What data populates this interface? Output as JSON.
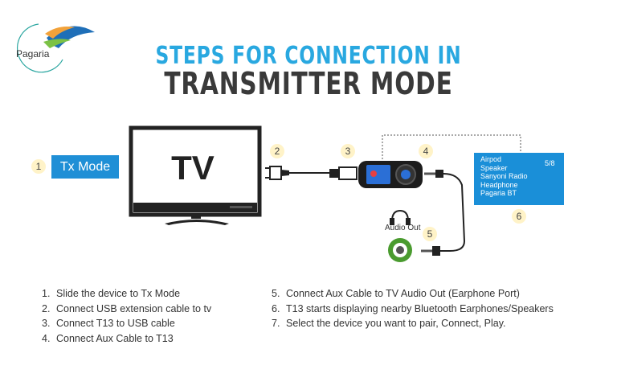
{
  "brand": {
    "name": "Pagaria"
  },
  "title": {
    "line1": "STEPS FOR CONNECTION IN",
    "line2": "TRANSMITTER MODE"
  },
  "diagram": {
    "badges": [
      "1",
      "2",
      "3",
      "4",
      "5",
      "6"
    ],
    "tx_mode_label": "Tx Mode",
    "tv_label": "TV",
    "audio_out_label": "Audio Out",
    "device_list": [
      "Airpod",
      "Speaker",
      "Sanyoni Radio",
      "Headphone",
      "Pagaria BT"
    ],
    "device_page": "5/8",
    "colors": {
      "accent": "#1f8fd6",
      "badge": "#fff3c8",
      "jack_ring": "#4a9b2f"
    },
    "icons": [
      "headphones-icon",
      "usb-plug-icon",
      "aux-jack-icon",
      "tv-icon",
      "transmitter-device-icon"
    ]
  },
  "steps": {
    "left": [
      {
        "num": "1.",
        "text": "Slide the device to Tx Mode"
      },
      {
        "num": "2.",
        "text": "Connect USB extension cable to tv"
      },
      {
        "num": "3.",
        "text": "Connect T13 to USB cable"
      },
      {
        "num": "4.",
        "text": "Connect Aux Cable to T13"
      }
    ],
    "right": [
      {
        "num": "5.",
        "text": "Connect Aux Cable to TV Audio Out (Earphone Port)"
      },
      {
        "num": "6.",
        "text": "T13 starts displaying nearby Bluetooth Earphones/Speakers"
      },
      {
        "num": "7.",
        "text": "Select the device you want to pair, Connect, Play."
      }
    ]
  }
}
